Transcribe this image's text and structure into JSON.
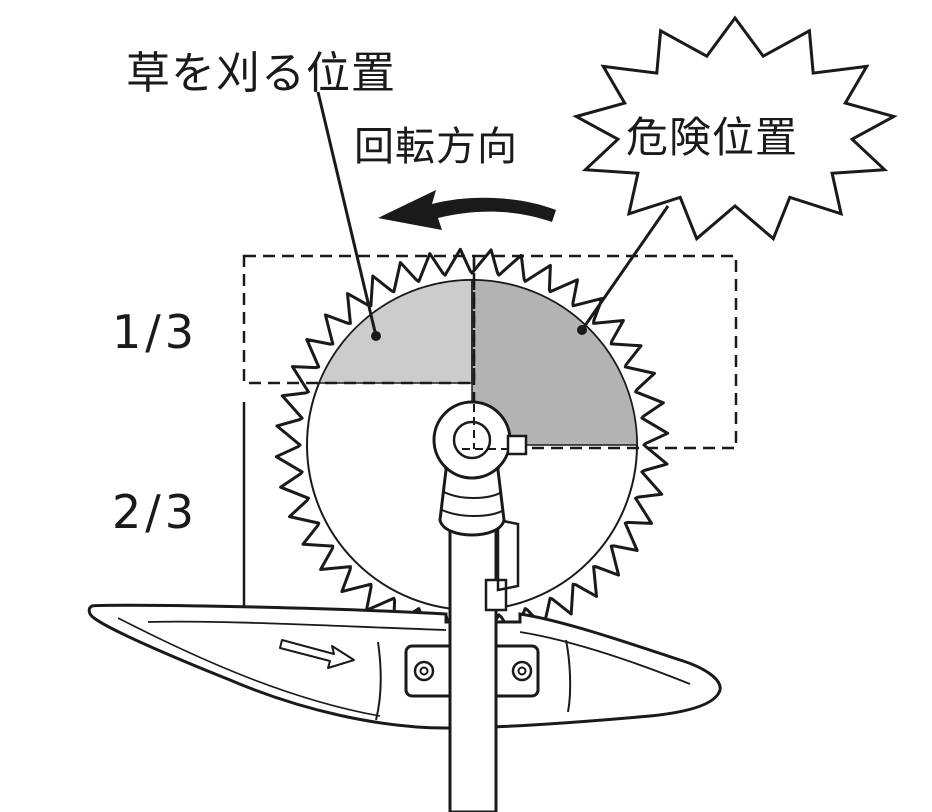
{
  "labels": {
    "cutting_position": "草を刈る位置",
    "rotation_direction": "回転方向",
    "danger_position": "危険位置",
    "upper_ratio": "1/3",
    "lower_ratio": "2/3"
  },
  "blade": {
    "teeth": 40
  },
  "colors": {
    "line": "#1a1a1a",
    "cutting_zone": "#cccccc",
    "danger_zone": "#b3b3b3",
    "background": "#ffffff"
  }
}
